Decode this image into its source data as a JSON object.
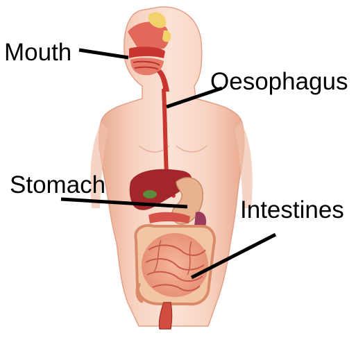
{
  "diagram": {
    "labels": {
      "mouth": "Mouth",
      "oesophagus": "Oesophagus",
      "stomach": "Stomach",
      "intestines": "Intestines"
    },
    "colors": {
      "skin": "#f4c9b4",
      "skin_shadow": "#e7a88d",
      "organ_red": "#c8362f",
      "liver": "#a3262a",
      "gallbladder": "#5a8a3a",
      "stomach": "#e8b28e",
      "intestine": "#f0a184",
      "intestine_dark": "#c9594a",
      "sinus_yellow": "#f2d36b",
      "pointer": "#000000"
    }
  }
}
